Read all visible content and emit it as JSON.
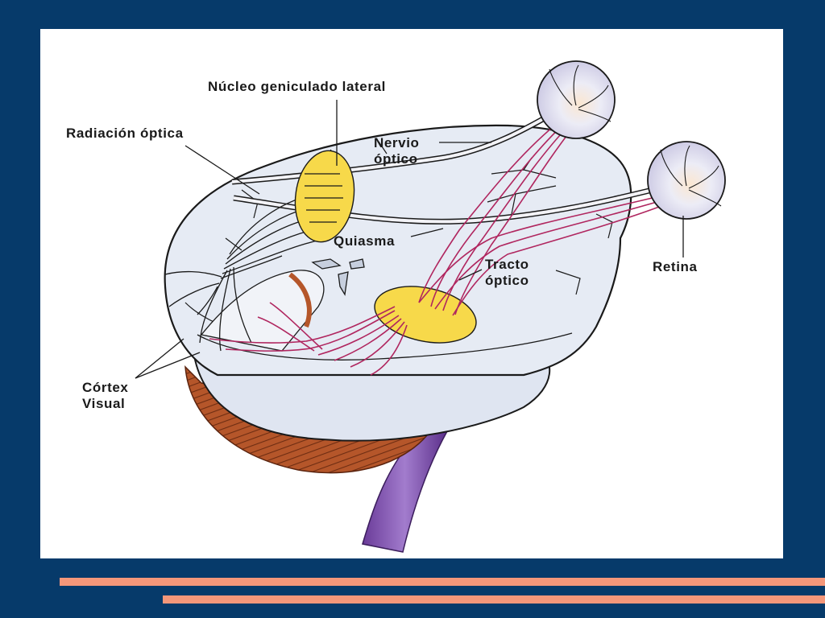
{
  "labels": {
    "nucleo_geniculado_lateral": "Núcleo geniculado lateral",
    "radiacion_optica": "Radiación óptica",
    "nervio_optico_line1": "Nervio",
    "nervio_optico_line2": "óptico",
    "quiasma": "Quiasma",
    "tracto_optico_line1": "Tracto",
    "tracto_optico_line2": "óptico",
    "retina": "Retina",
    "cortex_visual_line1": "Córtex",
    "cortex_visual_line2": "Visual"
  },
  "colors": {
    "slide_background": "#063a6a",
    "panel_background": "#ffffff",
    "stripe": "#f4977a",
    "brain_tissue": "#e6ebf4",
    "nucleus_yellow": "#f7d94a",
    "pathway_magenta": "#b0265f",
    "cerebellum": "#b5562a",
    "brainstem": "#7b4aa6"
  }
}
